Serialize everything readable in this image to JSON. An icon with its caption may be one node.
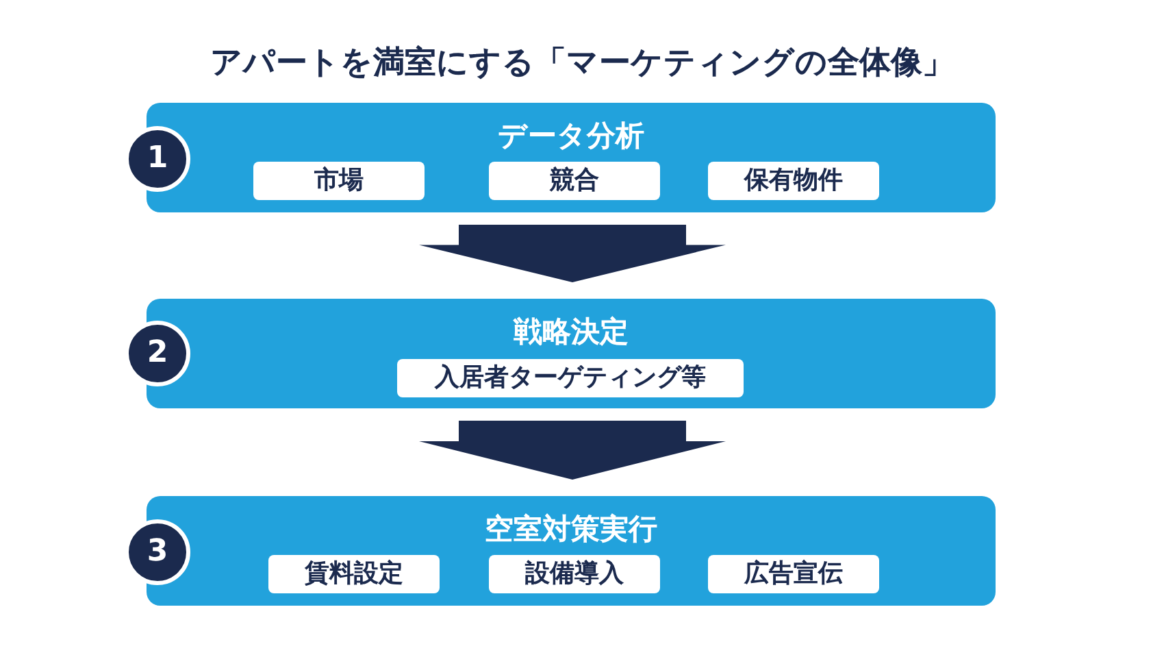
{
  "diagram": {
    "title": "アパートを満室にする「マーケティングの全体像」",
    "nodes": [
      {
        "text": [
          "1"
        ]
      },
      {
        "text": [
          "データ分析"
        ]
      },
      {
        "text": [
          "市場"
        ],
        "in": 1
      },
      {
        "text": [
          "競合"
        ],
        "in": 1
      },
      {
        "text": [
          "保有物件"
        ],
        "in": 1
      },
      {
        "text": [
          "2"
        ]
      },
      {
        "text": [
          "戦略決定"
        ]
      },
      {
        "text": [
          "入居者ターゲティング等"
        ],
        "in": 6
      },
      {
        "text": [
          "3"
        ]
      },
      {
        "text": [
          "空室対策実行"
        ]
      },
      {
        "text": [
          "賃料設定"
        ],
        "in": 9
      },
      {
        "text": [
          "設備導入"
        ],
        "in": 9
      },
      {
        "text": [
          "広告宣伝"
        ],
        "in": 9
      }
    ],
    "edges": [
      {
        "from": 1,
        "to": 6,
        "arrow": "to"
      },
      {
        "from": 6,
        "to": 9,
        "arrow": "to"
      }
    ]
  }
}
